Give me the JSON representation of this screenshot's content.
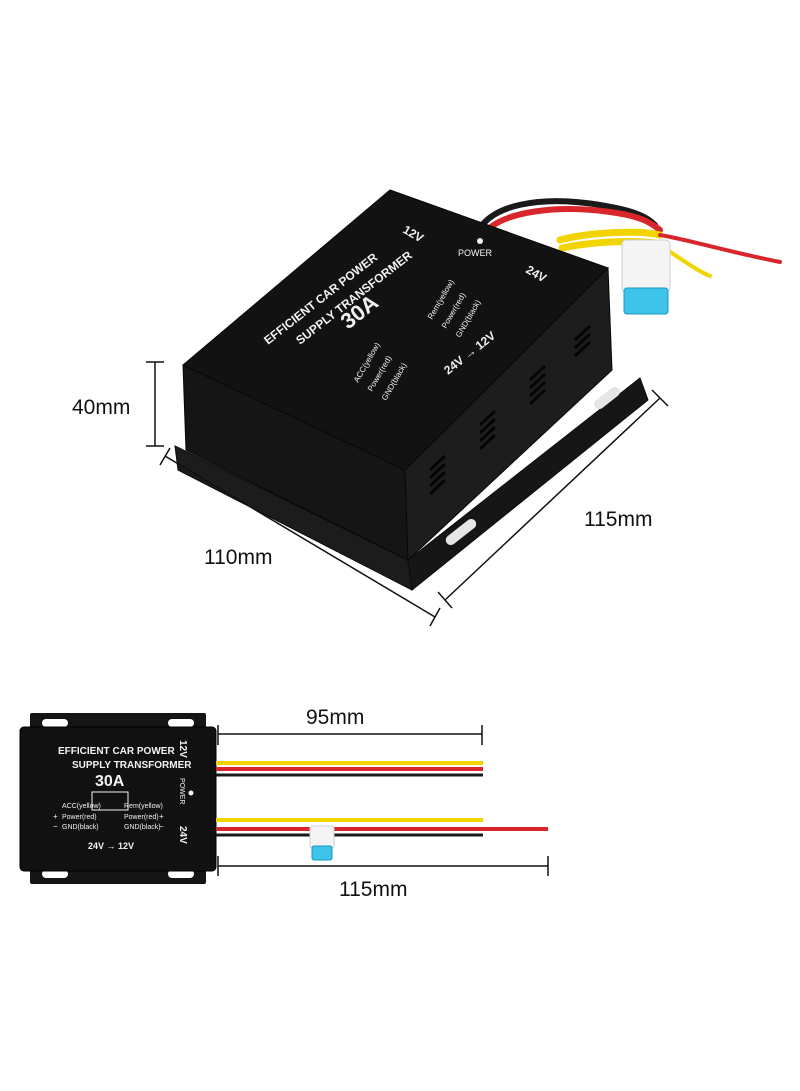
{
  "dimensions": {
    "height": "40mm",
    "width": "110mm",
    "length": "115mm",
    "wire_short": "95mm",
    "wire_long": "115mm"
  },
  "unit_label": {
    "line1": "EFFICIENT  CAR POWER",
    "line2": "SUPPLY TRANSFORMER",
    "rating": "30A",
    "conversion": "24V → 12V",
    "power": "POWER",
    "out_voltage": "12V",
    "in_voltage": "24V",
    "acc": "ACC(yellow)",
    "rem": "Rem(yellow)",
    "power_red": "Power(red)",
    "gnd_black": "GND(black)",
    "plus": "+",
    "minus": "−"
  },
  "colors": {
    "housing": "#141414",
    "label_text": "#f2f2f2",
    "wire_red": "#d8262c",
    "wire_yellow": "#f2d400",
    "wire_black": "#1a1a1a",
    "fuse": "#3ec3ea"
  }
}
